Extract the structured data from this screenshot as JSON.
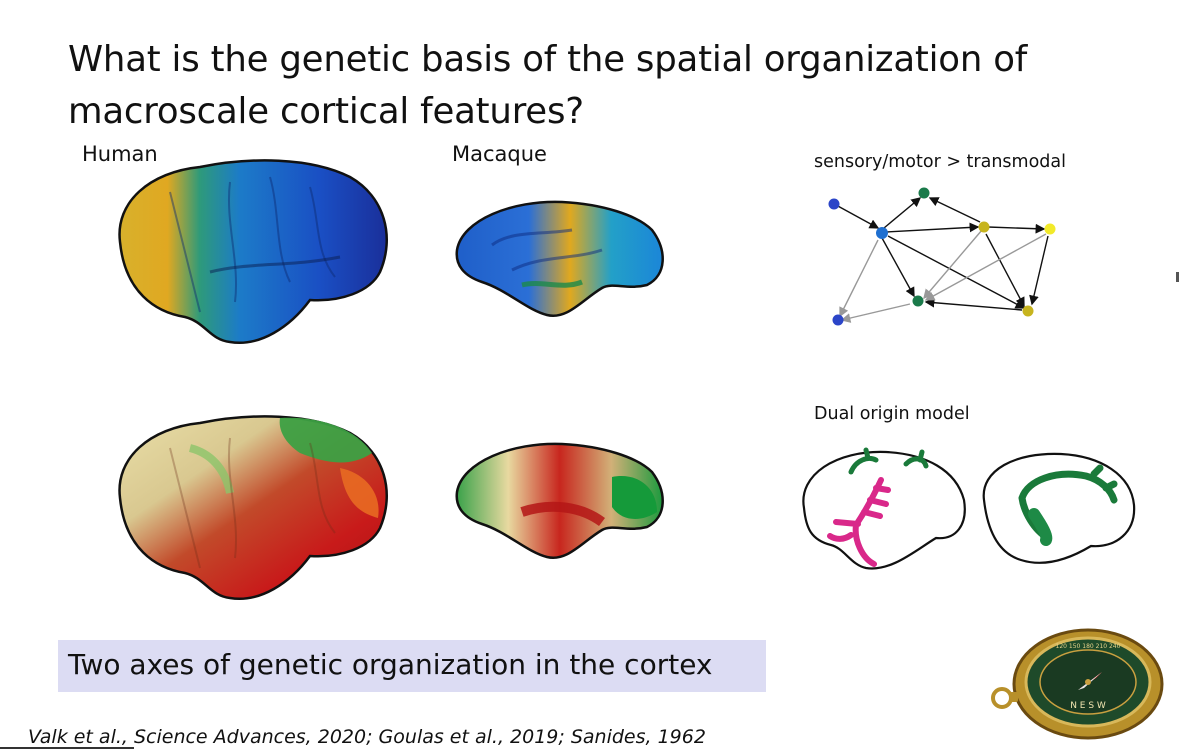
{
  "title": "What is the genetic basis of the spatial organization of macroscale cortical features?",
  "labels": {
    "human": "Human",
    "macaque": "Macaque",
    "network": "sensory/motor > transmodal",
    "dual_origin": "Dual origin model"
  },
  "highlight_text": "Two axes of genetic organization in the cortex",
  "citation": "Valk et al., Science Advances, 2020; Goulas et al., 2019; Sanides, 1962",
  "compass_text": {
    "letters": "N E S W",
    "ring": "120 150 180 210 240"
  },
  "icons": {
    "compass": "compass-icon"
  },
  "colors": {
    "blue_node": "#2b45c8",
    "cyan_node": "#1f6fd0",
    "green_node": "#1a7a4a",
    "olive_node": "#c7b41e",
    "yellow_node": "#f2ea2a",
    "magenta": "#d9288a",
    "highlight": "#dcdcf3"
  }
}
